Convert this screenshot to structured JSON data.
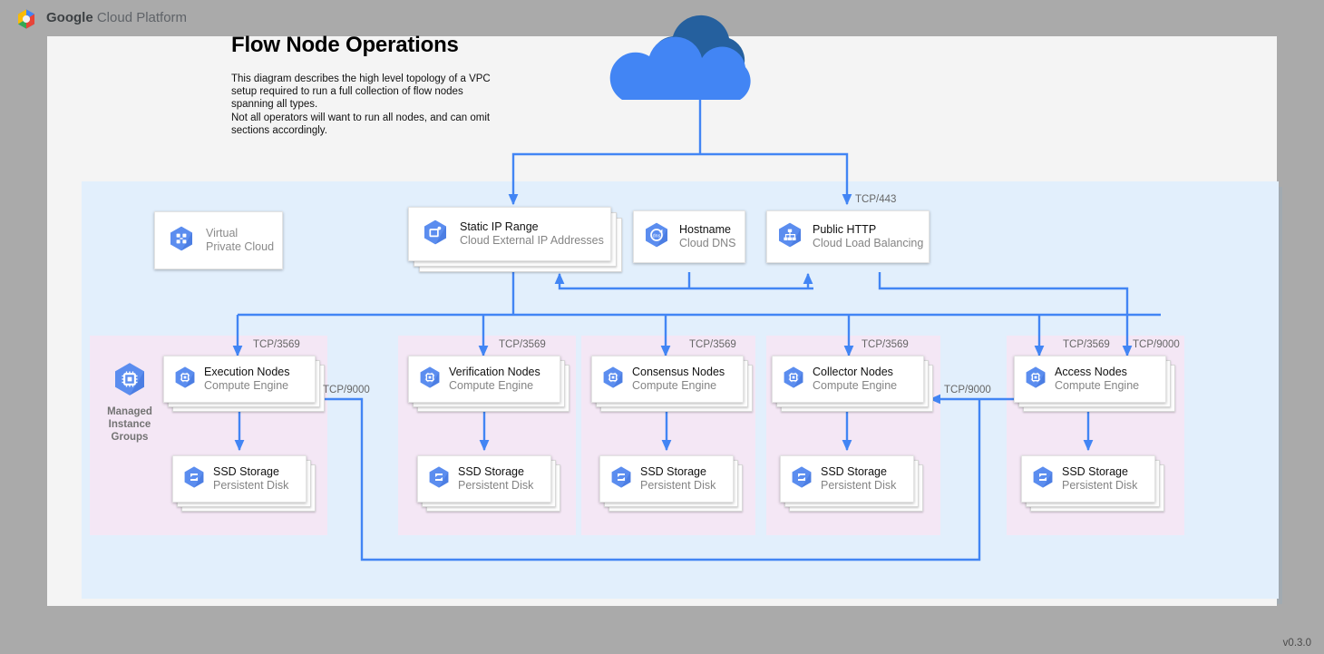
{
  "header": {
    "logo_name": "google-cloud-platform-logo",
    "brand_bold": "Google",
    "brand_rest": " Cloud Platform"
  },
  "diagram": {
    "title": "Flow Node Operations",
    "description": "This diagram describes the high level topology of a VPC setup required to run a full collection of flow nodes spanning all types.\nNot all operators will want to run all nodes, and can omit sections accordingly.",
    "version": "v0.3.0"
  },
  "internet": {
    "label": "internet-cloud"
  },
  "vpc_box": {
    "title": "Virtual",
    "subtitle": "Private Cloud",
    "icon": "virtual-private-cloud-icon"
  },
  "top_nodes": [
    {
      "title": "Static IP Range",
      "subtitle": "Cloud External IP Addresses",
      "icon": "cloud-external-ip-icon",
      "stacked": true
    },
    {
      "title": "Hostname",
      "subtitle": "Cloud DNS",
      "icon": "cloud-dns-icon",
      "stacked": false
    },
    {
      "title": "Public HTTP",
      "subtitle": "Cloud Load Balancing",
      "icon": "cloud-load-balancing-icon",
      "stacked": false
    }
  ],
  "mig_cluster": {
    "icon": "managed-instance-groups-icon",
    "label_line1": "Managed",
    "label_line2": "Instance",
    "label_line3": "Groups"
  },
  "groups": [
    {
      "node": {
        "title": "Execution Nodes",
        "subtitle": "Compute Engine",
        "icon": "compute-engine-icon"
      },
      "storage": {
        "title": "SSD Storage",
        "subtitle": "Persistent Disk",
        "icon": "persistent-disk-icon"
      }
    },
    {
      "node": {
        "title": "Verification Nodes",
        "subtitle": "Compute Engine",
        "icon": "compute-engine-icon"
      },
      "storage": {
        "title": "SSD Storage",
        "subtitle": "Persistent Disk",
        "icon": "persistent-disk-icon"
      }
    },
    {
      "node": {
        "title": "Consensus Nodes",
        "subtitle": "Compute Engine",
        "icon": "compute-engine-icon"
      },
      "storage": {
        "title": "SSD Storage",
        "subtitle": "Persistent Disk",
        "icon": "persistent-disk-icon"
      }
    },
    {
      "node": {
        "title": "Collector Nodes",
        "subtitle": "Compute Engine",
        "icon": "compute-engine-icon"
      },
      "storage": {
        "title": "SSD Storage",
        "subtitle": "Persistent Disk",
        "icon": "persistent-disk-icon"
      }
    },
    {
      "node": {
        "title": "Access Nodes",
        "subtitle": "Compute Engine",
        "icon": "compute-engine-icon"
      },
      "storage": {
        "title": "SSD Storage",
        "subtitle": "Persistent Disk",
        "icon": "persistent-disk-icon"
      }
    }
  ],
  "wire_labels": {
    "tcp443": "TCP/443",
    "tcp3569_1": "TCP/3569",
    "tcp3569_2": "TCP/3569",
    "tcp3569_3": "TCP/3569",
    "tcp3569_4": "TCP/3569",
    "tcp3569_5": "TCP/3569",
    "tcp9000_access": "TCP/9000",
    "tcp9000_collector": "TCP/9000",
    "tcp9000_execution": "TCP/9000"
  },
  "colors": {
    "page_bg": "#aaaaaa",
    "canvas_bg": "#f4f4f4",
    "vpc_bg": "#e2effc",
    "group_bg": "#f9e4f3",
    "wire": "#4285f4",
    "gcp_blue": "#4285f4",
    "cloud_blue": "#4285f4",
    "cloud_blue_dark": "#25609e"
  }
}
